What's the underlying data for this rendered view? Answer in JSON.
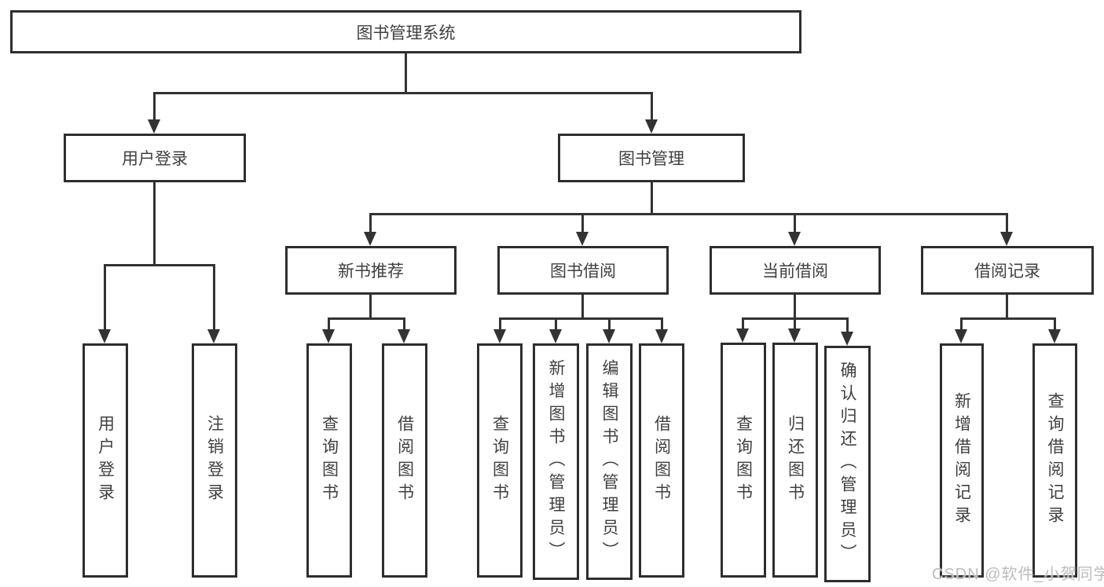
{
  "diagram_title": "图书管理系统",
  "tree": {
    "root": {
      "label": "图书管理系统",
      "children": [
        {
          "label": "用户登录",
          "children": [
            {
              "label": "用户登录"
            },
            {
              "label": "注销登录"
            }
          ]
        },
        {
          "label": "图书管理",
          "children": [
            {
              "label": "新书推荐",
              "children": [
                {
                  "label": "查询图书"
                },
                {
                  "label": "借阅图书"
                }
              ]
            },
            {
              "label": "图书借阅",
              "children": [
                {
                  "label": "查询图书"
                },
                {
                  "label": "新增图书（管理员）"
                },
                {
                  "label": "编辑图书（管理员）"
                },
                {
                  "label": "借阅图书"
                }
              ]
            },
            {
              "label": "当前借阅",
              "children": [
                {
                  "label": "查询图书"
                },
                {
                  "label": "归还图书"
                },
                {
                  "label": "确认归还（管理员）"
                }
              ]
            },
            {
              "label": "借阅记录",
              "children": [
                {
                  "label": "新增借阅记录"
                },
                {
                  "label": "查询借阅记录"
                }
              ]
            }
          ]
        }
      ]
    }
  },
  "watermark": {
    "text": "CSDN @软件_小贺同学"
  },
  "colors": {
    "line": "#333333",
    "border": "#2e2e2e",
    "text": "#404040",
    "watermark": "#bdbdbd",
    "background": "#ffffff"
  }
}
